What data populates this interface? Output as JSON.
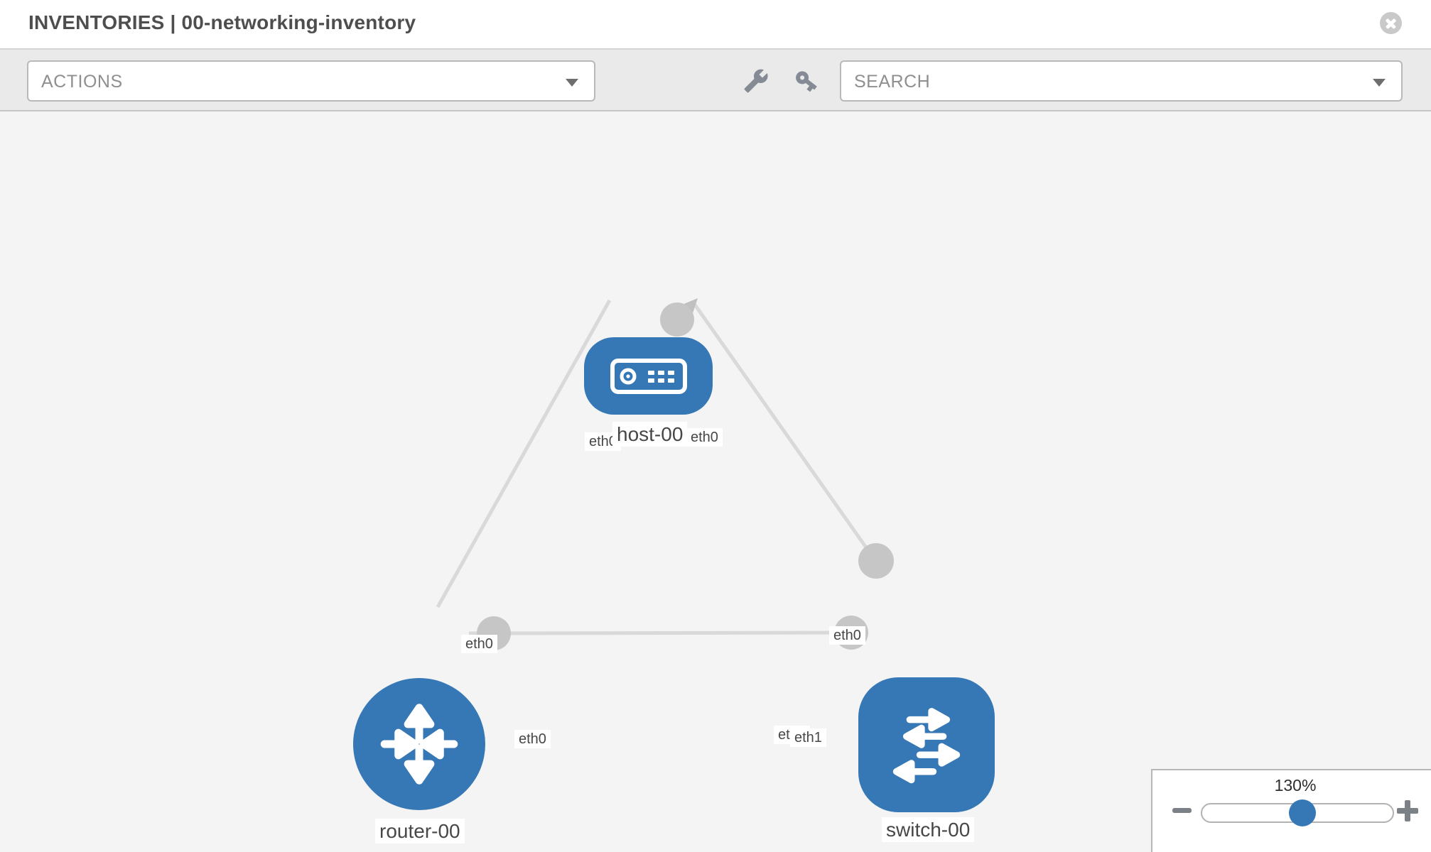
{
  "header": {
    "title": "INVENTORIES | 00-networking-inventory"
  },
  "toolbar": {
    "actions_dropdown": {
      "value": "ACTIONS"
    },
    "search_dropdown": {
      "value": "SEARCH"
    },
    "icons": [
      "wrench-icon",
      "key-icon"
    ]
  },
  "topology": {
    "nodes": [
      {
        "id": "host-00",
        "type": "host",
        "label": "host-00"
      },
      {
        "id": "router-00",
        "type": "router",
        "label": "router-00"
      },
      {
        "id": "switch-00",
        "type": "switch",
        "label": "switch-00"
      }
    ],
    "edges": [
      {
        "from": "host-00",
        "to": "router-00"
      },
      {
        "from": "host-00",
        "to": "switch-00"
      },
      {
        "from": "router-00",
        "to": "switch-00"
      }
    ],
    "interface_labels": {
      "host_left": "eth0",
      "host_right": "eth0",
      "host_router_edge": "eth0",
      "host_switch_edge": "eth0",
      "router_switch_at_router": "eth0",
      "router_switch_at_switch_back": "eth0",
      "router_switch_at_switch_front": "eth1"
    }
  },
  "zoom_control": {
    "level": "130%"
  },
  "icons": {
    "close": "circle-x",
    "actions_caret": "chevron-down",
    "search_caret": "chevron-down",
    "wrench": "wrench",
    "key": "key",
    "zoom_out": "minus",
    "zoom_in": "plus"
  },
  "colors": {
    "node_blue": "#3578b5",
    "edge_gray": "#d9d9d9",
    "interface_gray": "#c6c6c6"
  }
}
